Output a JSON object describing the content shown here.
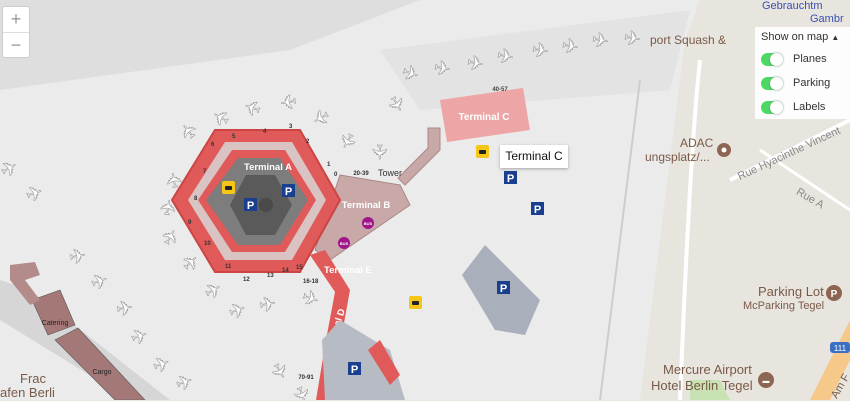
{
  "zoom": {
    "in_label": "+",
    "out_label": "−"
  },
  "overlay": {
    "title": "Show on map",
    "caret_icon": "caret-up",
    "toggles": [
      {
        "label": "Planes",
        "on": true
      },
      {
        "label": "Parking",
        "on": true
      },
      {
        "label": "Labels",
        "on": true
      }
    ],
    "toggle_color": "#4cd964"
  },
  "popup": {
    "label": "Terminal C"
  },
  "terminals": {
    "a": "Terminal A",
    "b": "Terminal B",
    "c": "Terminal C",
    "d": "Terminal D",
    "e": "Terminal E"
  },
  "buildings": {
    "tower": "Tower",
    "catering": "Catering",
    "cargo": "Cargo"
  },
  "gate_labels": [
    "1",
    "2",
    "3",
    "4",
    "5",
    "6",
    "7",
    "8",
    "9",
    "10",
    "11",
    "12",
    "13",
    "14",
    "15",
    "16-18",
    "20-39",
    "40-57",
    "70-91",
    "0"
  ],
  "bus_label": "BUS",
  "parking_label": "P",
  "pois": {
    "gebraucht": "Gebrauchtm",
    "gambr": "Gambr",
    "squash": "port Squash &",
    "adac1": "ADAC",
    "adac2": "ungsplatz/...",
    "rue1": "Rue Hyacinthe Vincent",
    "rue2": "Rue A",
    "parking1": "Parking Lot",
    "parking2": "McParking Tegel",
    "mercure1": "Mercure Airport",
    "mercure2": "Hotel Berlin Tegel",
    "frac": "Frac",
    "hafen": "afen Berli",
    "road_shield": "111",
    "am": "Am F"
  },
  "colors": {
    "terminal": "#e05a5a",
    "terminal_c": "#eda5a5",
    "land": "#e8e5df",
    "airport": "#ebebeb",
    "parking": "#1a3f8f",
    "taxi": "#f5c518",
    "bus": "#a0168a"
  }
}
